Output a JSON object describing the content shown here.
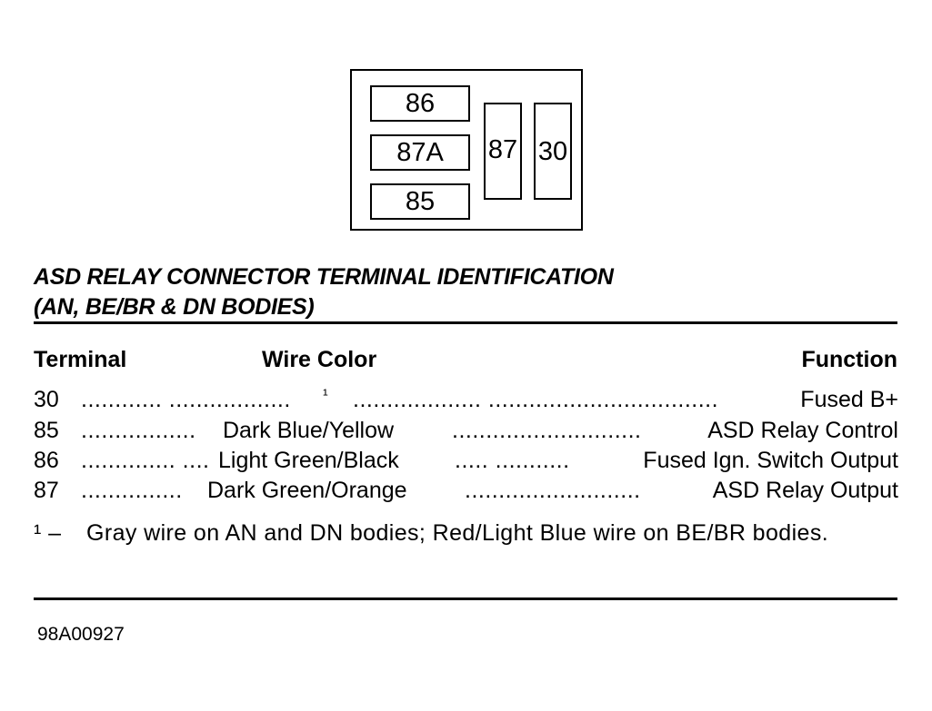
{
  "connector": {
    "pins": [
      "86",
      "87A",
      "85",
      "87",
      "30"
    ]
  },
  "title": {
    "line1": "ASD RELAY CONNECTOR TERMINAL IDENTIFICATION",
    "line2": "(AN, BE/BR & DN BODIES)"
  },
  "table": {
    "headers": {
      "terminal": "Terminal",
      "wire_color": "Wire Color",
      "function": "Function"
    },
    "rows": [
      {
        "terminal": "30",
        "dots1": "............ ..................",
        "wire_color": "¹",
        "dots2": "................... ..................................",
        "function": "Fused B+"
      },
      {
        "terminal": "85",
        "dots1": ".................",
        "wire_color": "Dark Blue/Yellow",
        "dots2": "............................",
        "function": "ASD Relay Control"
      },
      {
        "terminal": "86",
        "dots1": ".............. ....",
        "wire_color": "Light Green/Black",
        "dots2": "..... ...........",
        "function": "Fused Ign. Switch Output"
      },
      {
        "terminal": "87",
        "dots1": "...............",
        "wire_color": "Dark Green/Orange",
        "dots2": "..........................",
        "function": "ASD Relay Output"
      }
    ]
  },
  "footnote": {
    "mark": "¹ –",
    "text": "Gray wire on AN and DN bodies; Red/Light Blue wire on BE/BR bodies."
  },
  "figure_code": "98A00927"
}
